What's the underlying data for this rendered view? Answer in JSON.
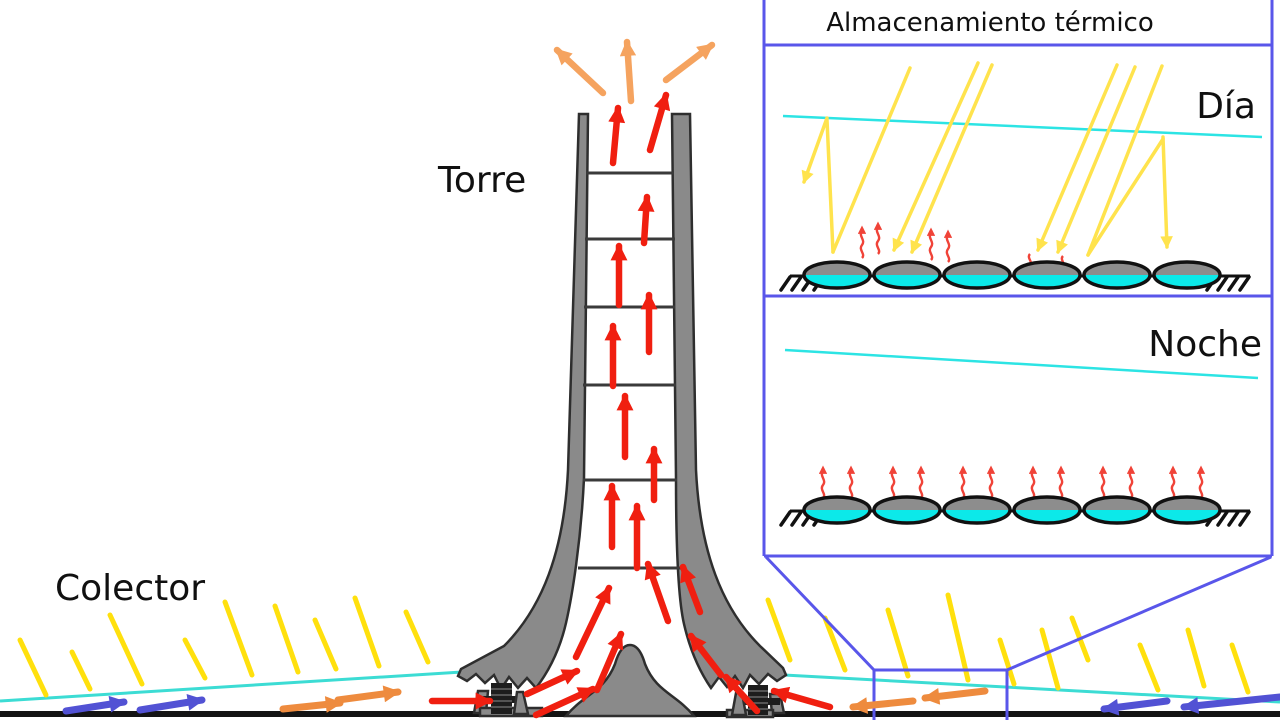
{
  "labels": {
    "tower": "Torre",
    "collector": "Colector"
  },
  "inset": {
    "title": "Almacenamiento térmico",
    "day": "Día",
    "night": "Noche"
  },
  "colors": {
    "red-arrow": "#f01f10",
    "orange-exit": "#f5a35f",
    "orange-warm": "#ee8b3e",
    "blue-cold": "#5252d4",
    "yellow-ray": "#ffe00d",
    "yellow-ray-inset": "#ffe34d",
    "cyan-canopy": "#3cdcd4",
    "cyan-inset": "#2ce4e4",
    "gray-structure": "#8a8a8a",
    "outline": "#2e2e2e",
    "inset-border": "#5956ea",
    "bag-water": "#0ce9e9",
    "bag-top": "#8d8d8d",
    "heat-squiggle": "#f04338",
    "ground": "#141414",
    "turbine-dark": "#1d1d1d",
    "text": "#101010"
  }
}
